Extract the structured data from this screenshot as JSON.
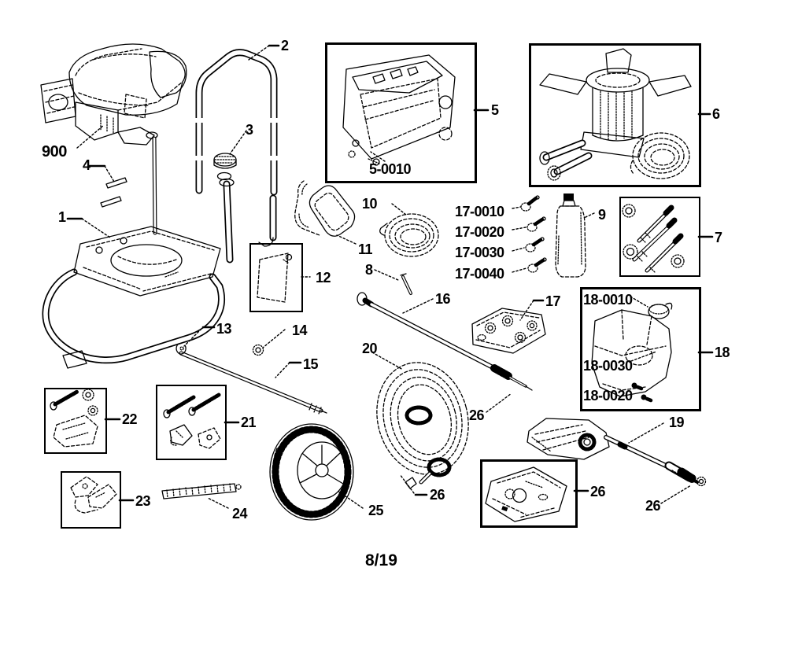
{
  "diagram": {
    "title": "pressure-washer-parts-diagram",
    "footer": "8/19",
    "ink_color": "#000000",
    "paper_color": "#ffffff",
    "callouts": [
      {
        "part": "engine",
        "label": "900"
      },
      {
        "part": "strip-4",
        "label": "4"
      },
      {
        "part": "frame-base",
        "label": "1"
      },
      {
        "part": "handle",
        "label": "2"
      },
      {
        "part": "handle-cap",
        "label": "3"
      },
      {
        "part": "control-panel-kit",
        "label": "5"
      },
      {
        "part": "control-panel",
        "label": "5-0010"
      },
      {
        "part": "pump-kit",
        "label": "6"
      },
      {
        "part": "bolt-kit",
        "label": "7"
      },
      {
        "part": "detergent-bottle",
        "label": "9"
      },
      {
        "part": "small-hose-coil",
        "label": "10"
      },
      {
        "part": "hose-hook-strap",
        "label": "11"
      },
      {
        "part": "pin",
        "label": "8"
      },
      {
        "part": "access-panel-kit",
        "label": "12"
      },
      {
        "part": "nozzle-white",
        "label": "17-0010"
      },
      {
        "part": "nozzle-yellow",
        "label": "17-0020"
      },
      {
        "part": "nozzle-green",
        "label": "17-0030"
      },
      {
        "part": "nozzle-soap",
        "label": "17-0040"
      },
      {
        "part": "retainer-clip",
        "label": "13"
      },
      {
        "part": "axle-nut",
        "label": "14"
      },
      {
        "part": "axle",
        "label": "15"
      },
      {
        "part": "spray-wand",
        "label": "16"
      },
      {
        "part": "nozzle-tray",
        "label": "17"
      },
      {
        "part": "tank-cap",
        "label": "18-0010"
      },
      {
        "part": "tank-body",
        "label": "18-0030"
      },
      {
        "part": "tank-screws",
        "label": "18-0020"
      },
      {
        "part": "tank-kit",
        "label": "18"
      },
      {
        "part": "spray-gun",
        "label": "19"
      },
      {
        "part": "high-pressure-hose",
        "label": "20"
      },
      {
        "part": "screw-kit",
        "label": "21"
      },
      {
        "part": "foot-kit",
        "label": "22"
      },
      {
        "part": "holder-kit",
        "label": "23"
      },
      {
        "part": "rack-strip",
        "label": "24"
      },
      {
        "part": "wheel",
        "label": "25"
      },
      {
        "part": "coupler-wand",
        "label": "26"
      },
      {
        "part": "coupler-hose-end",
        "label": "26"
      },
      {
        "part": "baseplate-kit",
        "label": "26"
      },
      {
        "part": "coupler-gun-tip",
        "label": "26"
      }
    ]
  }
}
